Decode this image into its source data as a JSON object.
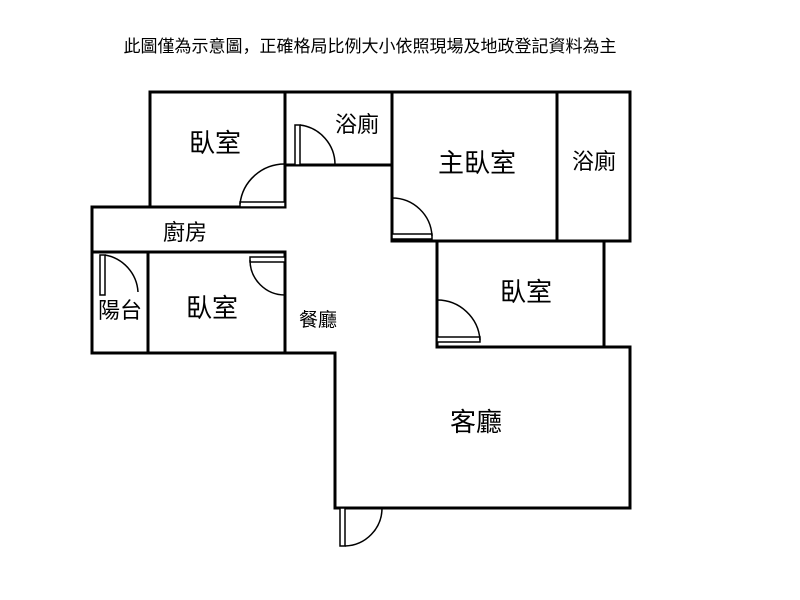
{
  "disclaimer": "此圖僅為示意圖，正確格局比例大小依照現場及地政登記資料為主",
  "rooms": {
    "bedroom_top_left": "臥室",
    "bathroom_center": "浴廁",
    "master_bedroom": "主臥室",
    "bathroom_right": "浴廁",
    "kitchen": "廚房",
    "balcony": "陽台",
    "bedroom_left": "臥室",
    "dining": "餐廳",
    "bedroom_right": "臥室",
    "living_room": "客廳"
  }
}
